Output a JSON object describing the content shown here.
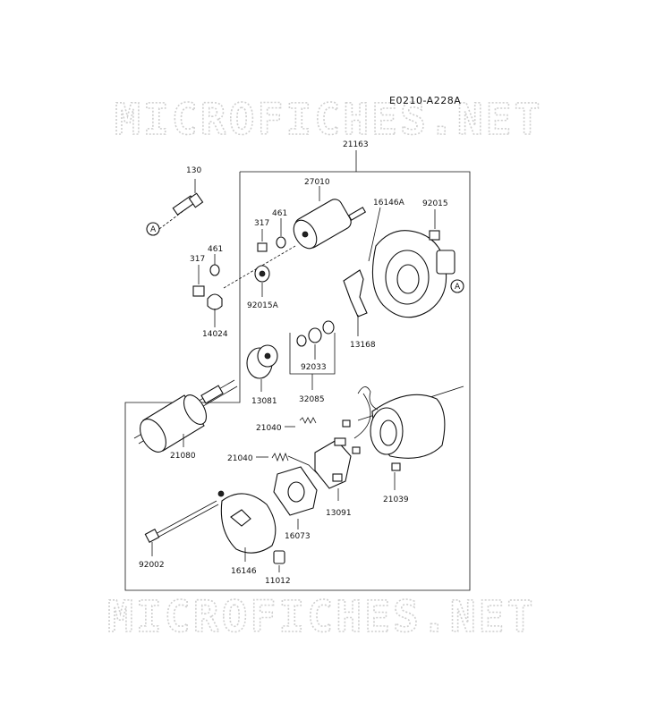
{
  "diagram": {
    "code": "E0210-A228A",
    "watermark_top": "MICROFICHES.NET",
    "watermark_bottom": "MICROFICHES.NET",
    "ref_marker": "A",
    "labels": {
      "p21163": "21163",
      "p130": "130",
      "p27010": "27010",
      "p16146A": "16146A",
      "p92015_top": "92015",
      "p461_a": "461",
      "p317_a": "317",
      "p461_b": "461",
      "p317_b": "317",
      "p92015A": "92015A",
      "p14024": "14024",
      "p13168": "13168",
      "p92033": "92033",
      "p32085": "32085",
      "p13081": "13081",
      "p21080": "21080",
      "p21040_a": "21040",
      "p21040_b": "21040",
      "p13091": "13091",
      "p21039": "21039",
      "p16073": "16073",
      "p92002": "92002",
      "p16146": "16146",
      "p11012": "11012"
    }
  }
}
